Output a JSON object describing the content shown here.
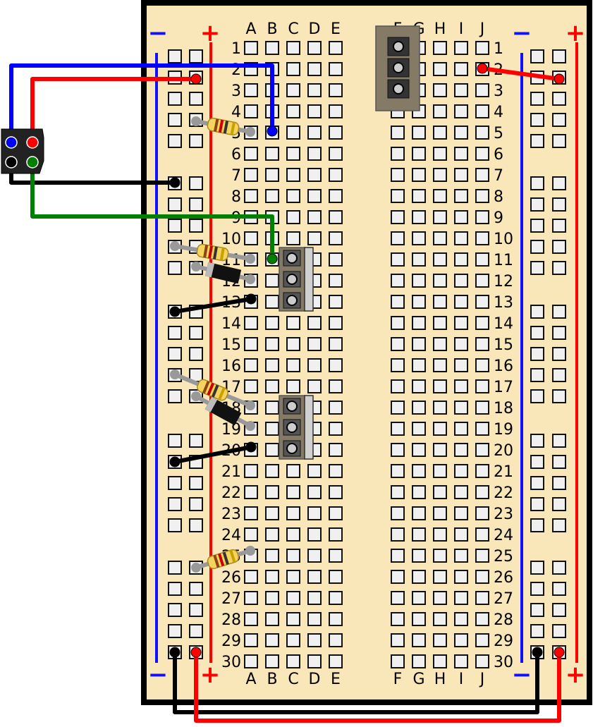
{
  "board": {
    "background": "#f9e7b9",
    "border": "#000000",
    "rows": [
      "1",
      "2",
      "3",
      "4",
      "5",
      "6",
      "7",
      "8",
      "9",
      "10",
      "11",
      "12",
      "13",
      "14",
      "15",
      "16",
      "17",
      "18",
      "19",
      "20",
      "21",
      "22",
      "23",
      "24",
      "25",
      "26",
      "27",
      "28",
      "29",
      "30"
    ],
    "columns_left": [
      "A",
      "B",
      "C",
      "D",
      "E"
    ],
    "columns_right": [
      "F",
      "G",
      "H",
      "I",
      "J"
    ],
    "rail_minus": "−",
    "rail_plus": "+"
  },
  "colors": {
    "minus_rail": "#1010ff",
    "plus_rail": "#ff0000",
    "wire_blue": "#0000ff",
    "wire_red": "#ff0000",
    "wire_black": "#000000",
    "wire_green": "#008000",
    "component_body": "#857a66"
  },
  "components": {
    "connector": "4-pin header (blue, red, black, green)",
    "resistors": 4,
    "diodes": 2,
    "transistors": 3
  }
}
